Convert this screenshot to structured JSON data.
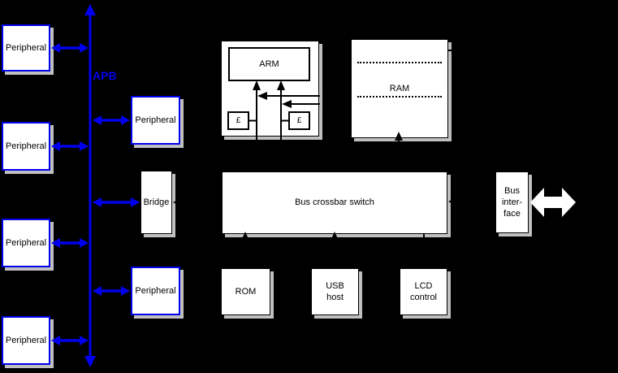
{
  "colors": {
    "background": "#000000",
    "bus_blue": "#0000ee",
    "box_fill": "#ffffff",
    "box_border_black": "#000000",
    "shadow_gray": "#c0c0c0",
    "connector_black": "#000000",
    "block_arrow_white": "#ffffff"
  },
  "apb_bus": {
    "label": "APB"
  },
  "left_peripherals": [
    {
      "label": "Peripheral"
    },
    {
      "label": "Peripheral"
    },
    {
      "label": "Peripheral"
    },
    {
      "label": "Peripheral"
    }
  ],
  "right_peripherals": [
    {
      "label": "Peripheral"
    },
    {
      "label": "Peripheral"
    }
  ],
  "bridge": {
    "label": "Bridge"
  },
  "arm_block": {
    "cpu_label": "ARM",
    "cache_left_label": "£",
    "cache_right_label": "£"
  },
  "ram": {
    "label": "RAM"
  },
  "crossbar": {
    "label": "Bus crossbar switch"
  },
  "rom": {
    "label": "ROM"
  },
  "usb_host": {
    "label": "USB\nhost"
  },
  "lcd_control": {
    "label": "LCD\ncontrol"
  },
  "bus_interface": {
    "label": "Bus\ninter-\nface"
  }
}
